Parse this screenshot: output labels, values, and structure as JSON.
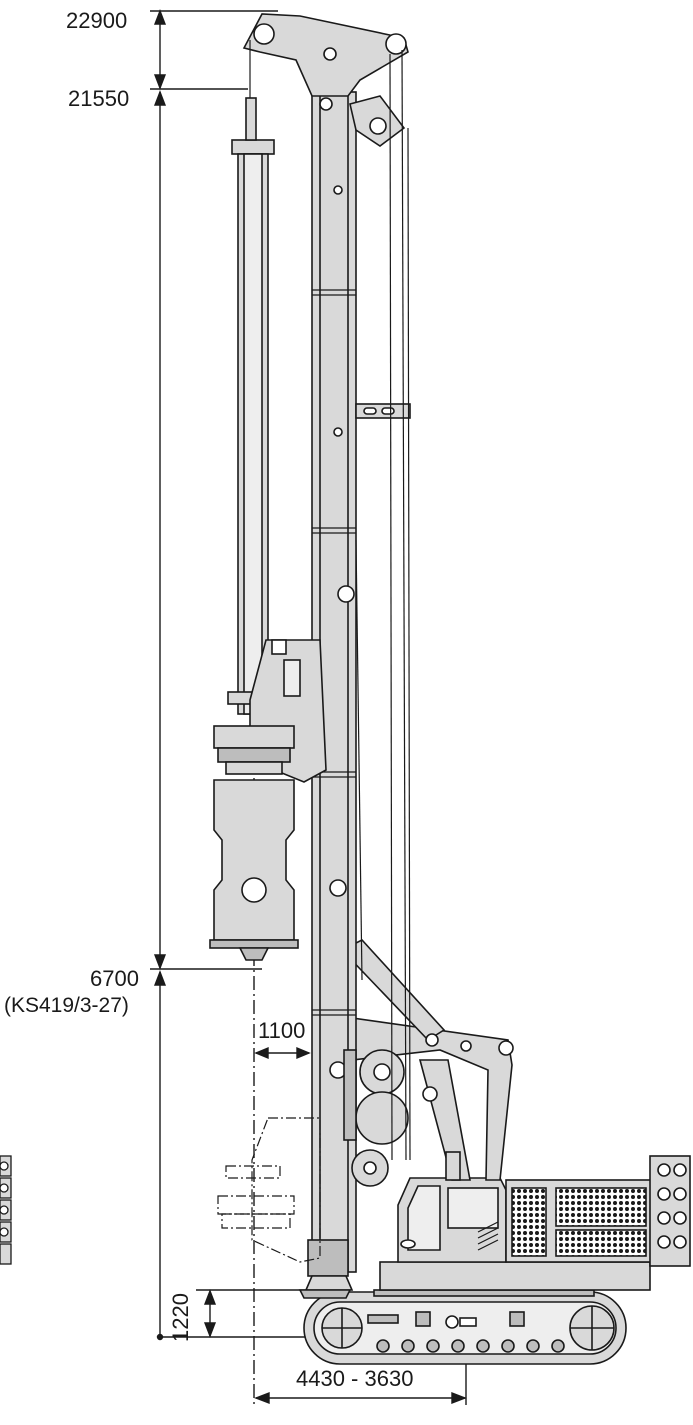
{
  "dimensions": {
    "top_height": "22900",
    "mast_head_height": "21550",
    "min_height": "6700",
    "min_height_note": "(KS419/3-27)",
    "offset": "1100",
    "ground_clearance": "1220",
    "tail_radius": "4430 - 3630"
  },
  "colors": {
    "line": "#1a1a1a",
    "machine_fill": "#d9d9d9",
    "machine_fill_dark": "#bdbdbd",
    "background": "#ffffff"
  }
}
